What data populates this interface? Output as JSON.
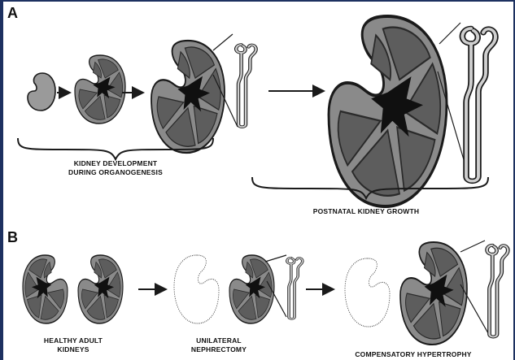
{
  "colors": {
    "frame": "#1d3160",
    "kidney_outer": "#8a8a8a",
    "kidney_lobe": "#5d5d5d",
    "kidney_pelvis": "#101010",
    "bud": "#9a9a9a",
    "stroke": "#1a1a1a"
  },
  "panel_a": {
    "letter": "A",
    "caption_development_line1": "KIDNEY DEVELOPMENT",
    "caption_development_line2": "DURING ORGANOGENESIS",
    "caption_postnatal": "POSTNATAL KIDNEY GROWTH"
  },
  "panel_b": {
    "letter": "B",
    "caption_healthy_line1": "HEALTHY ADULT",
    "caption_healthy_line2": "KIDNEYS",
    "caption_nephrectomy_line1": "UNILATERAL",
    "caption_nephrectomy_line2": "NEPHRECTOMY",
    "caption_hypertrophy": "COMPENSATORY HYPERTROPHY"
  },
  "icons": [
    "kidney-icon",
    "nephron-icon",
    "arrow-right-icon",
    "brace-icon"
  ]
}
